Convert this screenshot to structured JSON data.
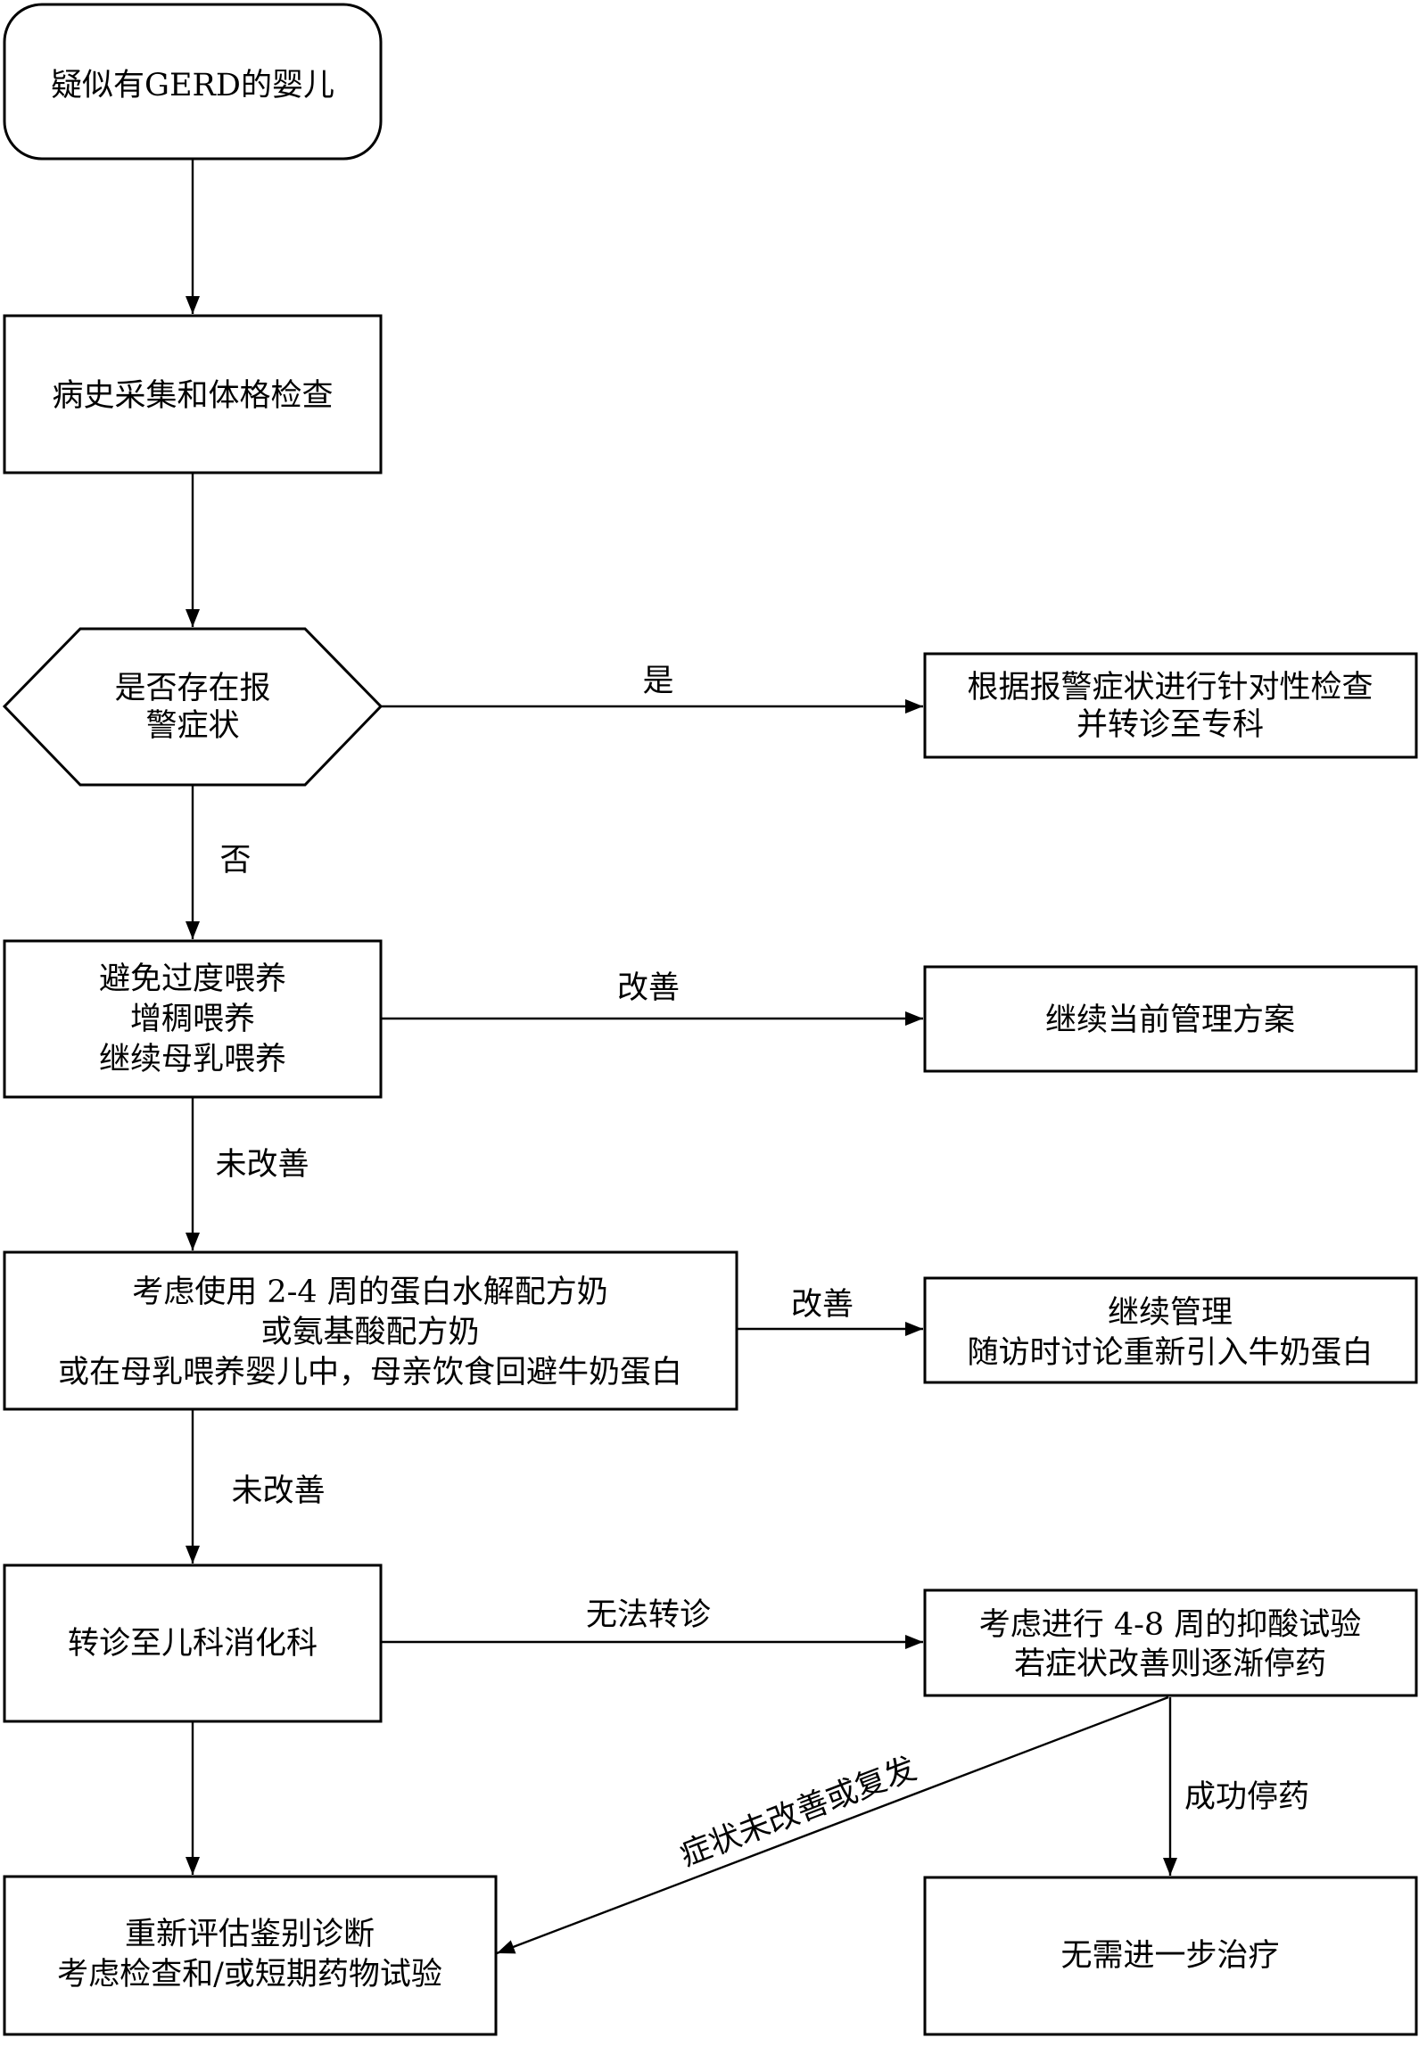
{
  "nodes": {
    "start": [
      "疑似有GERD的婴儿"
    ],
    "history": [
      "病史采集和体格检查"
    ],
    "alarm_decision": [
      "是否存在报",
      "警症状"
    ],
    "targeted_exam": [
      "根据报警症状进行针对性检查",
      "并转诊至专科"
    ],
    "feeding": [
      "避免过度喂养",
      "增稠喂养",
      "继续母乳喂养"
    ],
    "continue_current": [
      "继续当前管理方案"
    ],
    "formula": [
      "考虑使用 2-4 周的蛋白水解配方奶",
      "或氨基酸配方奶",
      "或在母乳喂养婴儿中，母亲饮食回避牛奶蛋白"
    ],
    "continue_followup": [
      "继续管理",
      "随访时讨论重新引入牛奶蛋白"
    ],
    "referral": [
      "转诊至儿科消化科"
    ],
    "acid_trial": [
      "考虑进行 4-8 周的抑酸试验",
      "若症状改善则逐渐停药"
    ],
    "reassess": [
      "重新评估鉴别诊断",
      "考虑检查和/或短期药物试验"
    ],
    "no_treatment": [
      "无需进一步治疗"
    ]
  },
  "edge_labels": {
    "yes": "是",
    "no": "否",
    "improved_1": "改善",
    "not_improved_1": "未改善",
    "improved_2": "改善",
    "not_improved_2": "未改善",
    "cannot_refer": "无法转诊",
    "relapse": "症状未改善或复发",
    "stop_success": "成功停药"
  }
}
